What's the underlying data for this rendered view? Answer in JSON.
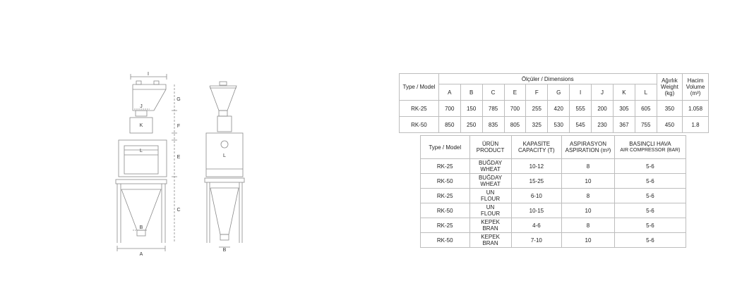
{
  "drawing": {
    "labels": {
      "I": "I",
      "G": "G",
      "J": "J",
      "K": "K",
      "F": "F",
      "L_front": "L",
      "E": "E",
      "C": "C",
      "B_front": "B",
      "A": "A",
      "L_side": "L",
      "B_side": "B"
    }
  },
  "dimensions_table": {
    "merged_header": "Ölçüler / Dimensions",
    "type_header": "Type / Model",
    "weight_header": [
      "Ağırlık",
      "Weight",
      "(kg)"
    ],
    "volume_header": [
      "Hacim",
      "Volume",
      "(m³)"
    ],
    "columns": [
      "A",
      "B",
      "C",
      "E",
      "F",
      "G",
      "I",
      "J",
      "K",
      "L"
    ],
    "rows": [
      {
        "model": "RK-25",
        "values": [
          "700",
          "150",
          "785",
          "700",
          "255",
          "420",
          "555",
          "200",
          "305",
          "605"
        ],
        "weight": "350",
        "volume": "1.058"
      },
      {
        "model": "RK-50",
        "values": [
          "850",
          "250",
          "835",
          "805",
          "325",
          "530",
          "545",
          "230",
          "367",
          "755"
        ],
        "weight": "450",
        "volume": "1.8"
      }
    ]
  },
  "capacity_table": {
    "headers": {
      "type": "Type / Model",
      "product": [
        "ÜRÜN",
        "PRODUCT"
      ],
      "capacity": [
        "KAPASİTE",
        "CAPACITY (T)"
      ],
      "aspiration": [
        "ASPIRASYON",
        "ASPIRATION (m³)"
      ],
      "air": [
        "BASINÇLI HAVA",
        "AIR COMPRESSOR (BAR)"
      ]
    },
    "rows": [
      {
        "model": "RK-25",
        "product": [
          "BUĞDAY",
          "WHEAT"
        ],
        "capacity": "10-12",
        "aspiration": "8",
        "air": "5-6"
      },
      {
        "model": "RK-50",
        "product": [
          "BUĞDAY",
          "WHEAT"
        ],
        "capacity": "15-25",
        "aspiration": "10",
        "air": "5-6"
      },
      {
        "model": "RK-25",
        "product": [
          "UN",
          "FLOUR"
        ],
        "capacity": "6-10",
        "aspiration": "8",
        "air": "5-6"
      },
      {
        "model": "RK-50",
        "product": [
          "UN",
          "FLOUR"
        ],
        "capacity": "10-15",
        "aspiration": "10",
        "air": "5-6"
      },
      {
        "model": "RK-25",
        "product": [
          "KEPEK",
          "BRAN"
        ],
        "capacity": "4-6",
        "aspiration": "8",
        "air": "5-6"
      },
      {
        "model": "RK-50",
        "product": [
          "KEPEK",
          "BRAN"
        ],
        "capacity": "7-10",
        "aspiration": "10",
        "air": "5-6"
      }
    ]
  }
}
